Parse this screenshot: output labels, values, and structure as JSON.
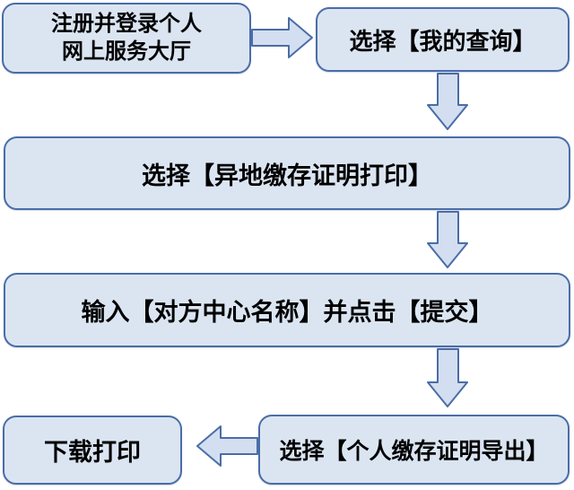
{
  "diagram": {
    "type": "flowchart",
    "steps": {
      "register_line1": "注册并登录个人",
      "register_line2": "网上服务大厅",
      "my_query": "选择【我的查询】",
      "remote_cert_print": "选择【异地缴存证明打印】",
      "input_submit": "输入【对方中心名称】并点击【提交】",
      "personal_cert_export": "选择【个人缴存证明导出】",
      "download_print": "下载打印"
    },
    "flow_order": [
      "register_line1+register_line2",
      "my_query",
      "remote_cert_print",
      "input_submit",
      "personal_cert_export",
      "download_print"
    ]
  },
  "colors": {
    "box_fill": "#dbe5f2",
    "box_border": "#4a6da7",
    "arrow_fill": "#d3dff0",
    "arrow_border": "#4a6da7",
    "text_color": "#000000",
    "bg": "#ffffff"
  }
}
